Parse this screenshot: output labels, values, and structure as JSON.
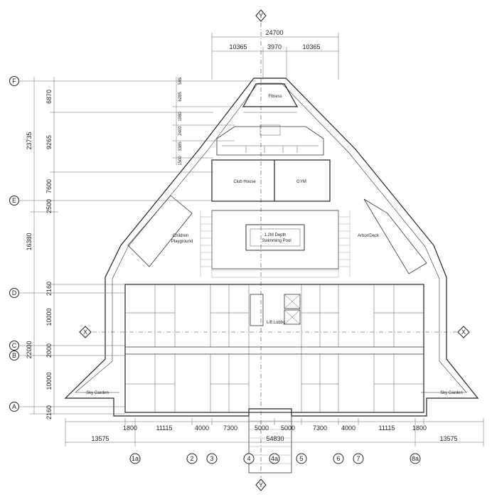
{
  "axes": {
    "y_top": "Y",
    "y_bottom": "Y",
    "x_left": "X",
    "x_right": "X"
  },
  "grid_rows": [
    "F",
    "E",
    "D",
    "C",
    "B",
    "A"
  ],
  "grid_cols": [
    "1a",
    "2",
    "3",
    "4",
    "4a",
    "5",
    "6",
    "7",
    "8a"
  ],
  "top_dims": {
    "overall": "24700",
    "parts": [
      "10365",
      "3970",
      "10365"
    ]
  },
  "bottom_dims": {
    "row1": [
      "1800",
      "11115",
      "4000",
      "7300",
      "5000",
      "5000",
      "7300",
      "4000",
      "11115",
      "1800"
    ],
    "row2": [
      "13575",
      "54830",
      "13575"
    ]
  },
  "left_dims": {
    "outer": [
      "23735",
      "16380",
      "22000"
    ],
    "mid": [
      "6870",
      "9265",
      "7600",
      "2500",
      "2160",
      "10000",
      "2000",
      "10000",
      "2160"
    ],
    "inner": [
      "585",
      "6285",
      "1980",
      "2400",
      "3385",
      "1500"
    ]
  },
  "rooms": {
    "fitness": "Fitness",
    "club_house": "Club House",
    "gym": "GYM",
    "pool_line1": "1.2M Depth",
    "pool_line2": "Swimming Pool",
    "children_line1": "Children",
    "children_line2": "Playground",
    "arbor": "Arbor/Deck",
    "lift_lobby": "Lift Lobby",
    "sky_garden_left": "Sky Garden",
    "sky_garden_right": "Sky Garden"
  }
}
